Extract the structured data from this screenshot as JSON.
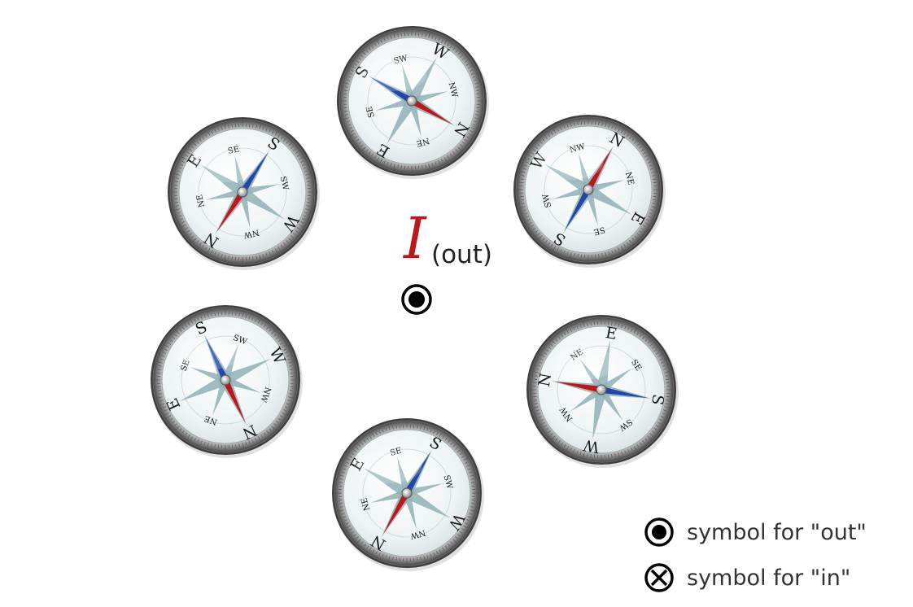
{
  "current_label": {
    "symbol": "I",
    "subscript": "(out)"
  },
  "legend": [
    {
      "icon": "dot-in-circle-out-symbol",
      "text": "symbol for \"out\""
    },
    {
      "icon": "cross-in-circle-in-symbol",
      "text": "symbol for \"in\""
    }
  ],
  "compasses": [
    {
      "id": "top",
      "rotation_deg": 120,
      "labels": [
        "N",
        "NE",
        "E",
        "SE",
        "S",
        "SW",
        "W",
        "NW"
      ]
    },
    {
      "id": "upper-right",
      "rotation_deg": 30,
      "labels": [
        "N",
        "NE",
        "E",
        "SE",
        "S",
        "SW",
        "W",
        "NW"
      ]
    },
    {
      "id": "lower-right",
      "rotation_deg": -80,
      "labels": [
        "N",
        "NE",
        "E",
        "SE",
        "S",
        "SW",
        "W",
        "NW"
      ]
    },
    {
      "id": "bottom",
      "rotation_deg": 210,
      "labels": [
        "N",
        "NE",
        "E",
        "SE",
        "S",
        "SW",
        "W",
        "NW"
      ]
    },
    {
      "id": "lower-left",
      "rotation_deg": 155,
      "labels": [
        "N",
        "NE",
        "E",
        "SE",
        "S",
        "SW",
        "W",
        "NW"
      ]
    },
    {
      "id": "upper-left",
      "rotation_deg": 213,
      "labels": [
        "N",
        "NE",
        "E",
        "SE",
        "S",
        "SW",
        "W",
        "NW"
      ]
    }
  ],
  "colors": {
    "needle_north": "#c0161b",
    "needle_south": "#2447a6",
    "rose_points": "#8fb0b5",
    "face": "#eef3f4",
    "bezel": "#5a5a5a",
    "label_current": "#c0161b"
  }
}
